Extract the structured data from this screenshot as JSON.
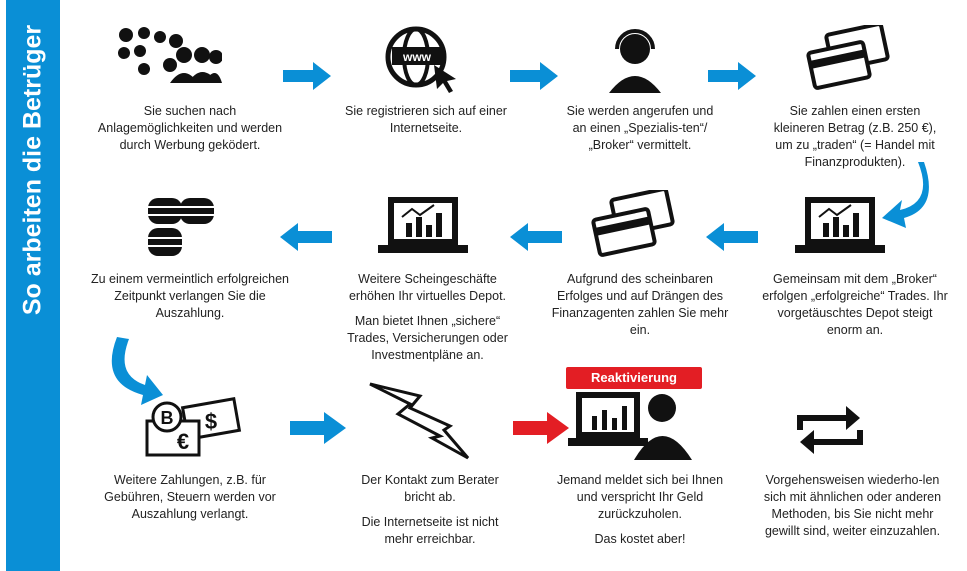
{
  "title": "So arbeiten die Betrüger",
  "badge": "Reaktivierung",
  "colors": {
    "blue": "#0a8fd6",
    "red": "#e31e24"
  },
  "steps": [
    {
      "lines": [
        "Sie suchen nach Anlagemöglichkeiten und werden durch Werbung geködert."
      ]
    },
    {
      "lines": [
        "Sie registrieren sich auf einer Internetseite."
      ]
    },
    {
      "lines": [
        "Sie werden angerufen und an einen „Spezialis-ten“/„Broker“ vermittelt."
      ]
    },
    {
      "lines": [
        "Sie zahlen einen ersten kleineren Betrag (z.B. 250 €), um zu „traden“ (= Handel mit Finanzprodukten)."
      ]
    },
    {
      "lines": [
        "Gemeinsam mit dem „Broker“ erfolgen „erfolgreiche“ Trades. Ihr vorgetäuschtes Depot steigt enorm an."
      ]
    },
    {
      "lines": [
        "Aufgrund des scheinbaren Erfolges und auf Drängen des Finanzagenten zahlen Sie mehr ein."
      ]
    },
    {
      "lines": [
        "Weitere Scheingeschäfte erhöhen Ihr virtuelles  Depot.",
        "Man bietet Ihnen „sichere“ Trades, Versicherungen oder Investmentpläne an."
      ]
    },
    {
      "lines": [
        "Zu einem vermeintlich erfolgreichen Zeitpunkt verlangen Sie die Auszahlung."
      ]
    },
    {
      "lines": [
        "Weitere Zahlungen, z.B. für Gebühren, Steuern werden vor Auszahlung verlangt."
      ]
    },
    {
      "lines": [
        "Der Kontakt zum Berater bricht ab.",
        "Die Internetseite ist nicht mehr erreichbar."
      ]
    },
    {
      "lines": [
        "Jemand meldet sich bei Ihnen und verspricht Ihr Geld zurückzuholen.",
        "Das kostet aber!"
      ]
    },
    {
      "lines": [
        "Vorgehensweisen wiederho-len sich mit ähnlichen oder anderen Methoden, bis Sie nicht mehr gewillt sind, weiter einzuzahlen."
      ]
    }
  ]
}
